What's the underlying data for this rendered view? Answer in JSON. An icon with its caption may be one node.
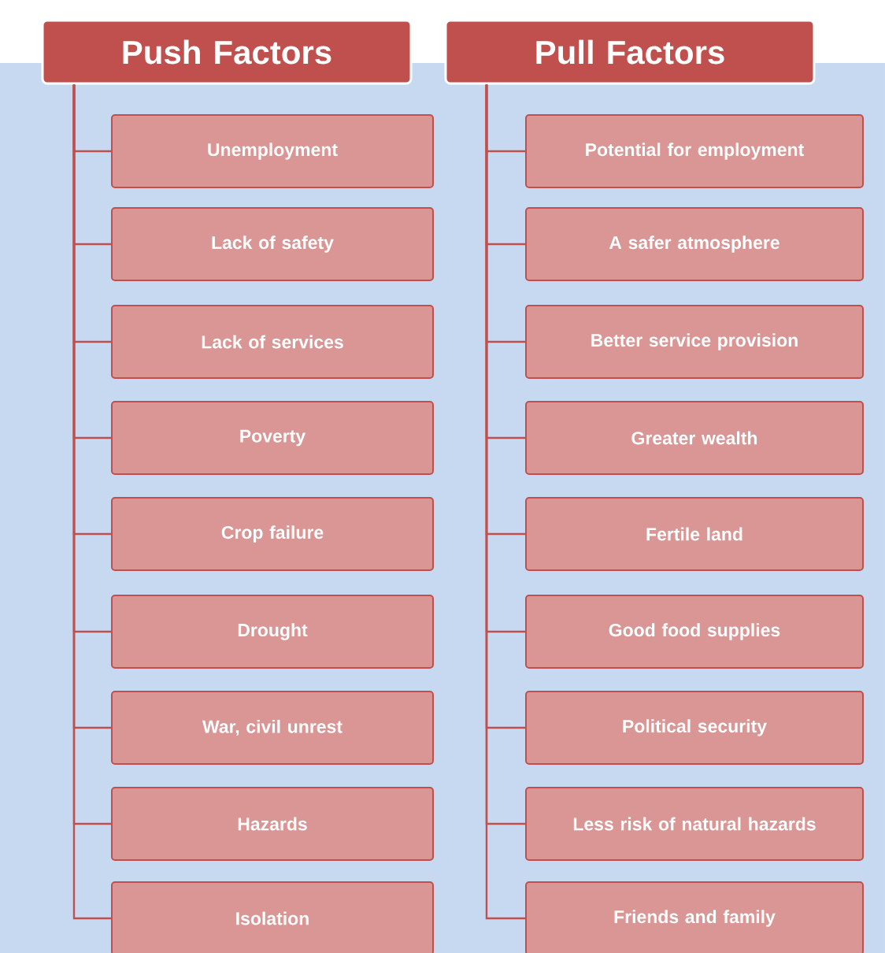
{
  "diagram": {
    "nodes": [
      {
        "text": [
          "Push Factors"
        ]
      },
      {
        "text": [
          "Unemployment"
        ]
      },
      {
        "text": [
          "Lack of safety"
        ]
      },
      {
        "text": [
          "Lack of services"
        ]
      },
      {
        "text": [
          "Poverty"
        ]
      },
      {
        "text": [
          "Crop failure"
        ]
      },
      {
        "text": [
          "Drought"
        ]
      },
      {
        "text": [
          "War, civil unrest"
        ]
      },
      {
        "text": [
          "Hazards"
        ]
      },
      {
        "text": [
          "Isolation"
        ]
      },
      {
        "text": [
          "Pull Factors"
        ]
      },
      {
        "text": [
          "Potential for employment"
        ]
      },
      {
        "text": [
          "A safer atmosphere"
        ]
      },
      {
        "text": [
          "Better service provision"
        ]
      },
      {
        "text": [
          "Greater wealth"
        ]
      },
      {
        "text": [
          "Fertile land"
        ]
      },
      {
        "text": [
          "Good food supplies"
        ]
      },
      {
        "text": [
          "Political security"
        ]
      },
      {
        "text": [
          "Less risk of natural hazards"
        ]
      },
      {
        "text": [
          "Friends and family"
        ]
      }
    ],
    "edges": [
      {
        "from": 0,
        "to": 1,
        "arrow": "none"
      },
      {
        "from": 0,
        "to": 2,
        "arrow": "none"
      },
      {
        "from": 0,
        "to": 3,
        "arrow": "none"
      },
      {
        "from": 0,
        "to": 4,
        "arrow": "none"
      },
      {
        "from": 0,
        "to": 5,
        "arrow": "none"
      },
      {
        "from": 0,
        "to": 6,
        "arrow": "none"
      },
      {
        "from": 0,
        "to": 7,
        "arrow": "none"
      },
      {
        "from": 0,
        "to": 8,
        "arrow": "none"
      },
      {
        "from": 0,
        "to": 9,
        "arrow": "none"
      },
      {
        "from": 10,
        "to": 11,
        "arrow": "none"
      },
      {
        "from": 10,
        "to": 12,
        "arrow": "none"
      },
      {
        "from": 10,
        "to": 13,
        "arrow": "none"
      },
      {
        "from": 10,
        "to": 14,
        "arrow": "none"
      },
      {
        "from": 10,
        "to": 15,
        "arrow": "none"
      },
      {
        "from": 10,
        "to": 16,
        "arrow": "none"
      },
      {
        "from": 10,
        "to": 17,
        "arrow": "none"
      },
      {
        "from": 10,
        "to": 18,
        "arrow": "none"
      },
      {
        "from": 10,
        "to": 19,
        "arrow": "none"
      }
    ]
  }
}
